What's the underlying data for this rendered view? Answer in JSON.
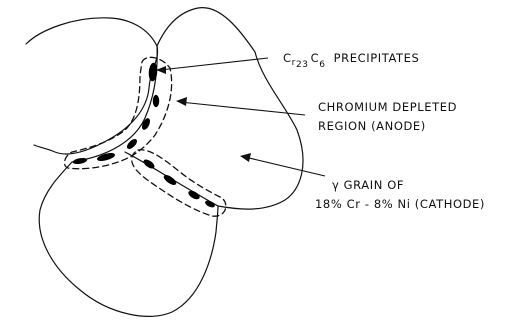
{
  "labels": {
    "precipitates": {
      "main": "C",
      "r": "r",
      "sub23": "23",
      "c": "C",
      "sub6": "6",
      "rest": "PRECIPITATES"
    },
    "depleted_line1": "CHROMIUM DEPLETED",
    "depleted_line2": "REGION (ANODE)",
    "grain_line1": "γ GRAIN OF",
    "grain_line2": "18% Cr - 8% Ni (CATHODE)"
  },
  "colors": {
    "ink": "#111111",
    "background": "#ffffff"
  }
}
